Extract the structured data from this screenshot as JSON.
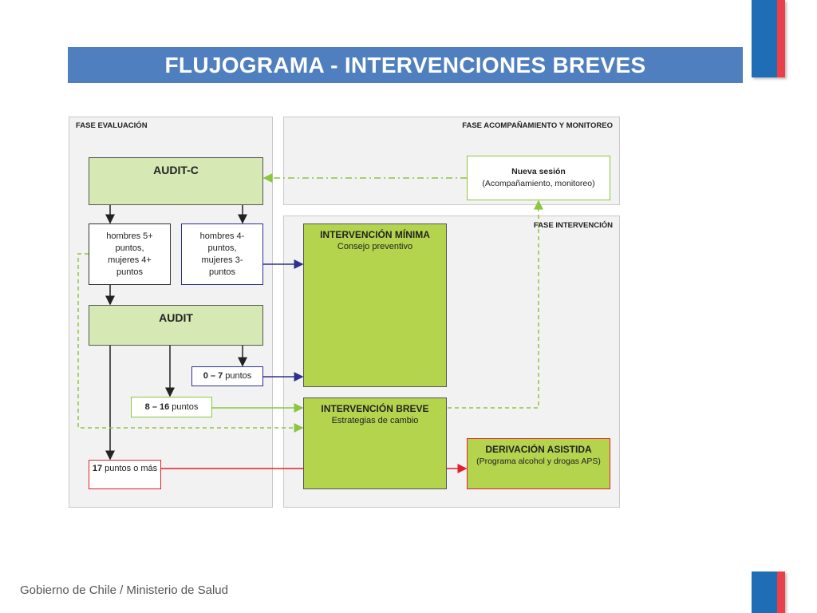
{
  "title": "FLUJOGRAMA - INTERVENCIONES BREVES",
  "phases": {
    "evaluacion": "FASE EVALUACIÓN",
    "acompanamiento": "FASE ACOMPAÑAMIENTO Y MONITOREO",
    "intervencion": "FASE INTERVENCIÓN"
  },
  "nodes": {
    "audit_c": "AUDIT-C",
    "hombres_5": "hombres 5+ puntos, mujeres 4+ puntos",
    "hombres_4": "hombres 4- puntos, mujeres 3- puntos",
    "audit": "AUDIT",
    "score_0_7_bold": "0 – 7",
    "score_0_7_rest": " puntos",
    "score_8_16_bold": "8 – 16",
    "score_8_16_rest": " puntos",
    "score_17_bold": "17",
    "score_17_rest": " puntos o más",
    "nueva_sesion_title": "Nueva sesión",
    "nueva_sesion_sub": "(Acompañamiento, monitoreo)",
    "int_minima_title": "INTERVENCIÓN MÍNIMA",
    "int_minima_sub": "Consejo preventivo",
    "int_breve_title": "INTERVENCIÓN BREVE",
    "int_breve_sub": "Estrategias de cambio",
    "derivacion_title": "DERIVACIÓN ASISTIDA",
    "derivacion_sub": "(Programa alcohol y drogas APS)"
  },
  "footer": "Gobierno de Chile / Ministerio de Salud",
  "colors": {
    "title_bg": "#4f7fbf",
    "flag_blue": "#1f6db5",
    "flag_red": "#e9404a",
    "navy": "#2e3192",
    "light_green": "#8cc63f",
    "red": "#e0202a",
    "intervention_green": "#b4d44e",
    "audit_green": "#d6e9b5"
  }
}
